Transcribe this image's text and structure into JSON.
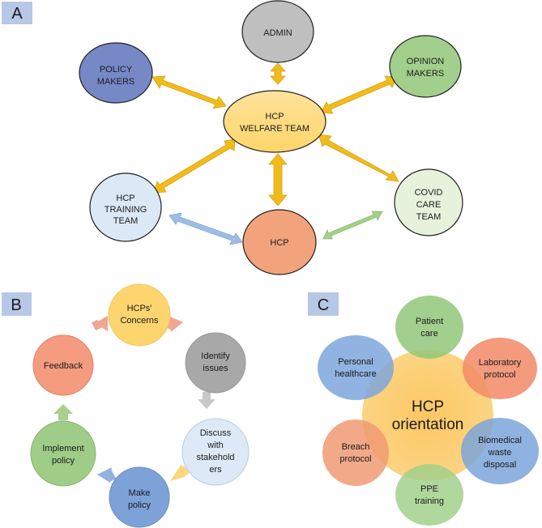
{
  "panels": {
    "a": {
      "tag": "A",
      "center": [
        "HCP",
        "WELFARE TEAM"
      ],
      "admin": [
        "ADMIN"
      ],
      "policy": [
        "POLICY",
        "MAKERS"
      ],
      "opinion": [
        "OPINION",
        "MAKERS"
      ],
      "training": [
        "HCP",
        "TRAINING",
        "TEAM"
      ],
      "covid": [
        "COVID",
        "CARE",
        "TEAM"
      ],
      "hcp": [
        "HCP"
      ]
    },
    "b": {
      "tag": "B",
      "concerns": [
        "HCPs'",
        "Concerns"
      ],
      "identify": [
        "Identify",
        "issues"
      ],
      "discuss": [
        "Discuss",
        "with",
        "stakehold",
        "ers"
      ],
      "make": [
        "Make",
        "policy"
      ],
      "implement": [
        "Implement",
        "policy"
      ],
      "feedback": [
        "Feedback"
      ]
    },
    "c": {
      "tag": "C",
      "center": [
        "HCP",
        "orientation"
      ],
      "patient": [
        "Patient",
        "care"
      ],
      "lab": [
        "Laboratory",
        "protocol"
      ],
      "bio": [
        "Biomedical",
        "waste",
        "disposal"
      ],
      "ppe": [
        "PPE",
        "training"
      ],
      "breach": [
        "Breach",
        "protocol"
      ],
      "personal": [
        "Personal",
        "healthcare"
      ]
    }
  }
}
